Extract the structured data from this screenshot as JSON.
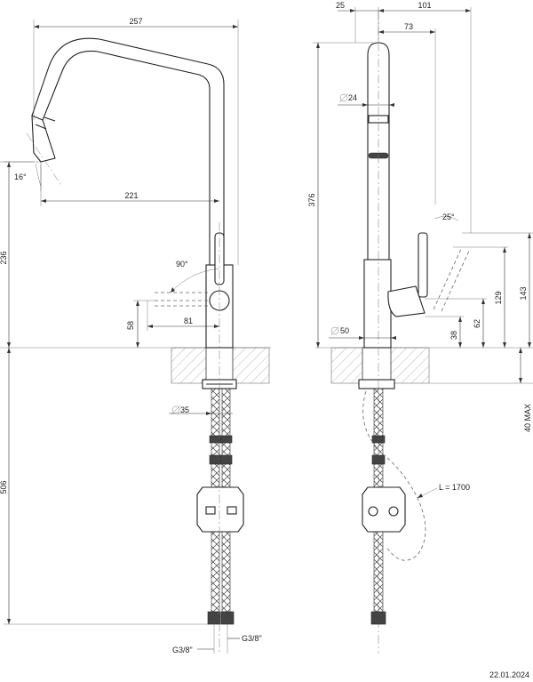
{
  "drawing": {
    "date": "22.01.2024",
    "front_view": {
      "spout_reach": "257",
      "aerator_offset": "221",
      "spray_angle": "16°",
      "lever_rotation": "90°",
      "height_to_aerator": "236",
      "lever_reach": "81",
      "lever_height": "58",
      "base_diameter": "35",
      "hose_length": "506",
      "connection_left": "G3/8\"",
      "connection_right": "G3/8\""
    },
    "side_view": {
      "back_offset": "25",
      "total_depth": "101",
      "spout_depth": "73",
      "spout_diameter": "24",
      "total_height": "376",
      "lever_tilt": "25°",
      "body_diameter": "50",
      "handle_height_max": "143",
      "handle_height_mid": "129",
      "lever_pivot_height": "62",
      "lever_base_height": "38",
      "deck_thickness": "40 MAX",
      "pullout_hose_length": "L = 1700"
    }
  }
}
